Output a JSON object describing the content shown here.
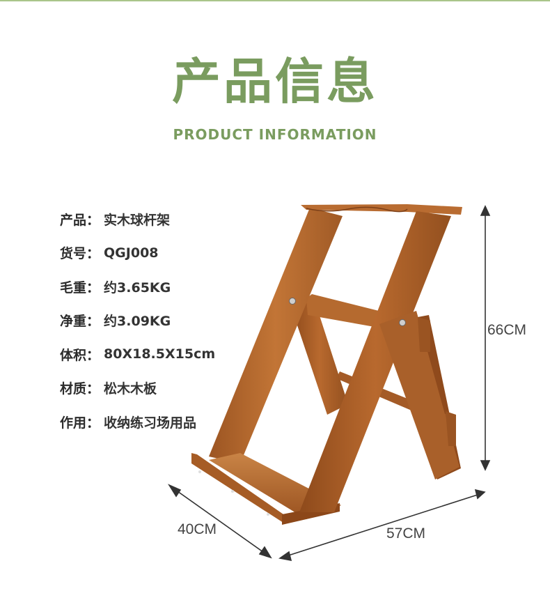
{
  "header": {
    "title_cn": "产品信息",
    "title_en": "PRODUCT INFORMATION"
  },
  "specs": [
    {
      "label": "产品",
      "value": "实木球杆架"
    },
    {
      "label": "货号",
      "value": "QGJ008"
    },
    {
      "label": "毛重",
      "value": "约3.65KG"
    },
    {
      "label": "净重",
      "value": "约3.09KG"
    },
    {
      "label": "体积",
      "value": "80X18.5X15cm"
    },
    {
      "label": "材质",
      "value": "松木木板"
    },
    {
      "label": "作用",
      "value": "收纳练习场用品"
    }
  ],
  "separator": "：",
  "dimensions": {
    "height": "66CM",
    "depth": "40CM",
    "width": "57CM"
  },
  "colors": {
    "accent_green": "#7a9c5f",
    "wood": "#a55a24"
  }
}
